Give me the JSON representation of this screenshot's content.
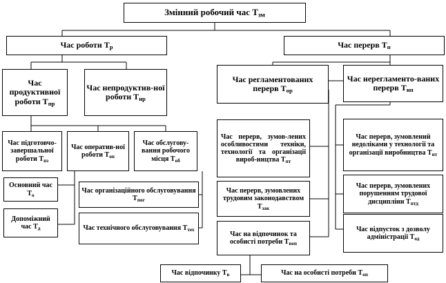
{
  "nodes": {
    "root": {
      "text": "Змінний робочий час Т",
      "sub": "зм"
    },
    "work": {
      "text": "Час роботи Т",
      "sub": "р"
    },
    "breaks": {
      "text": "Час перерв Т",
      "sub": "п"
    },
    "productive": {
      "text": "Час продуктивної роботи Т",
      "sub": "пр"
    },
    "unproductive": {
      "text": "Час непродуктив-ної роботи Т",
      "sub": "нр"
    },
    "regulated": {
      "text": "Час регламентованих перерв Т",
      "sub": "ор"
    },
    "unregulated": {
      "text": "Час нерегламенто-ваних перерв Т",
      "sub": "нп"
    },
    "prep": {
      "text": "Час підготовчо-завершальної роботи Т",
      "sub": "пз"
    },
    "operative": {
      "text": "Час оператив-ної роботи Т",
      "sub": "оп"
    },
    "servicing": {
      "text": "Час обслугову-вання робочого місця Т",
      "sub": "об"
    },
    "tech_breaks": {
      "text": "Час перерв, зумов-лених особливостями техніки, технології та організації вироб-ництва Т",
      "sub": "пт"
    },
    "law_breaks": {
      "text": "Час перерв, зумовлених трудовим законодавством Т",
      "sub": "зак"
    },
    "rest_needs": {
      "text": "Час на відпочинок та особисті потреби Т",
      "sub": "воп"
    },
    "shortcoming": {
      "text": "Час перерв, зумовлений недоліками у технології та організації виробництва Т",
      "sub": "нт"
    },
    "discipline": {
      "text": "Час перерв, зумовлених порушенням трудової дисципліни Т",
      "sub": "птд"
    },
    "admin_leave": {
      "text": "Час відпусток з дозволу адміністрації Т",
      "sub": "од"
    },
    "main": {
      "text": "Основний час Т",
      "sub": "о"
    },
    "aux": {
      "text": "Допоміжний час Т",
      "sub": "д"
    },
    "org_service": {
      "text": "Час організаційного обслуговування Т",
      "sub": "пог"
    },
    "tech_service": {
      "text": "Час технічного обслуговування Т",
      "sub": "тех"
    },
    "rest": {
      "text": "Час відпочинку Т",
      "sub": "в"
    },
    "personal": {
      "text": "Час на особисті потреби Т",
      "sub": "оп"
    }
  }
}
